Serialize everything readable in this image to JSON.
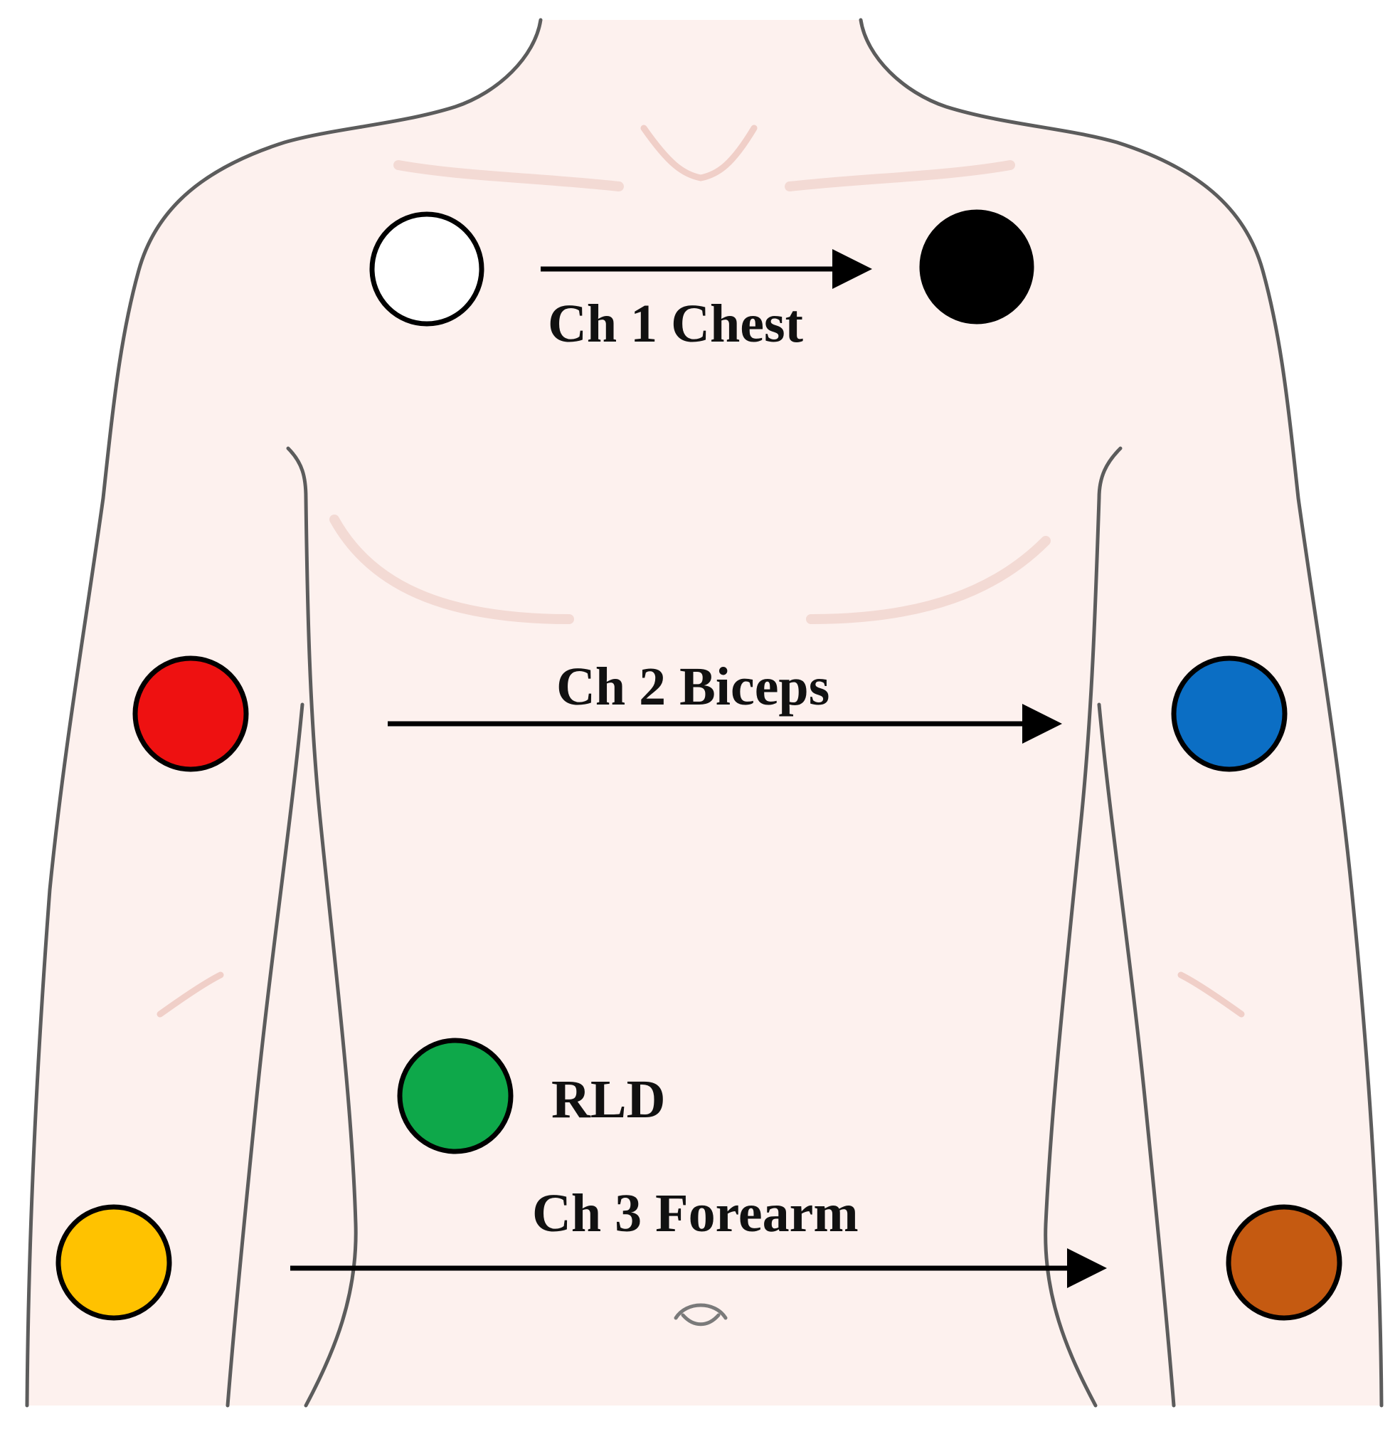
{
  "channels": [
    {
      "label": "Ch 1 Chest"
    },
    {
      "label": "Ch 2 Biceps"
    },
    {
      "label": "Ch 3 Forearm"
    }
  ],
  "reference": {
    "label": "RLD"
  },
  "electrodes": [
    {
      "channel": "Ch 1",
      "side": "start",
      "color": "#ffffff"
    },
    {
      "channel": "Ch 1",
      "side": "end",
      "color": "#000000"
    },
    {
      "channel": "Ch 2",
      "side": "start",
      "color": "#ee1111"
    },
    {
      "channel": "Ch 2",
      "side": "end",
      "color": "#0b6ec4"
    },
    {
      "channel": "Ch 3",
      "side": "start",
      "color": "#ffc200"
    },
    {
      "channel": "Ch 3",
      "side": "end",
      "color": "#c55a11"
    },
    {
      "channel": "RLD",
      "side": "reference",
      "color": "#0ea84a"
    }
  ],
  "colors": {
    "skin": "#fdf1ee",
    "outline": "#5c5c5c",
    "text": "#111111"
  }
}
